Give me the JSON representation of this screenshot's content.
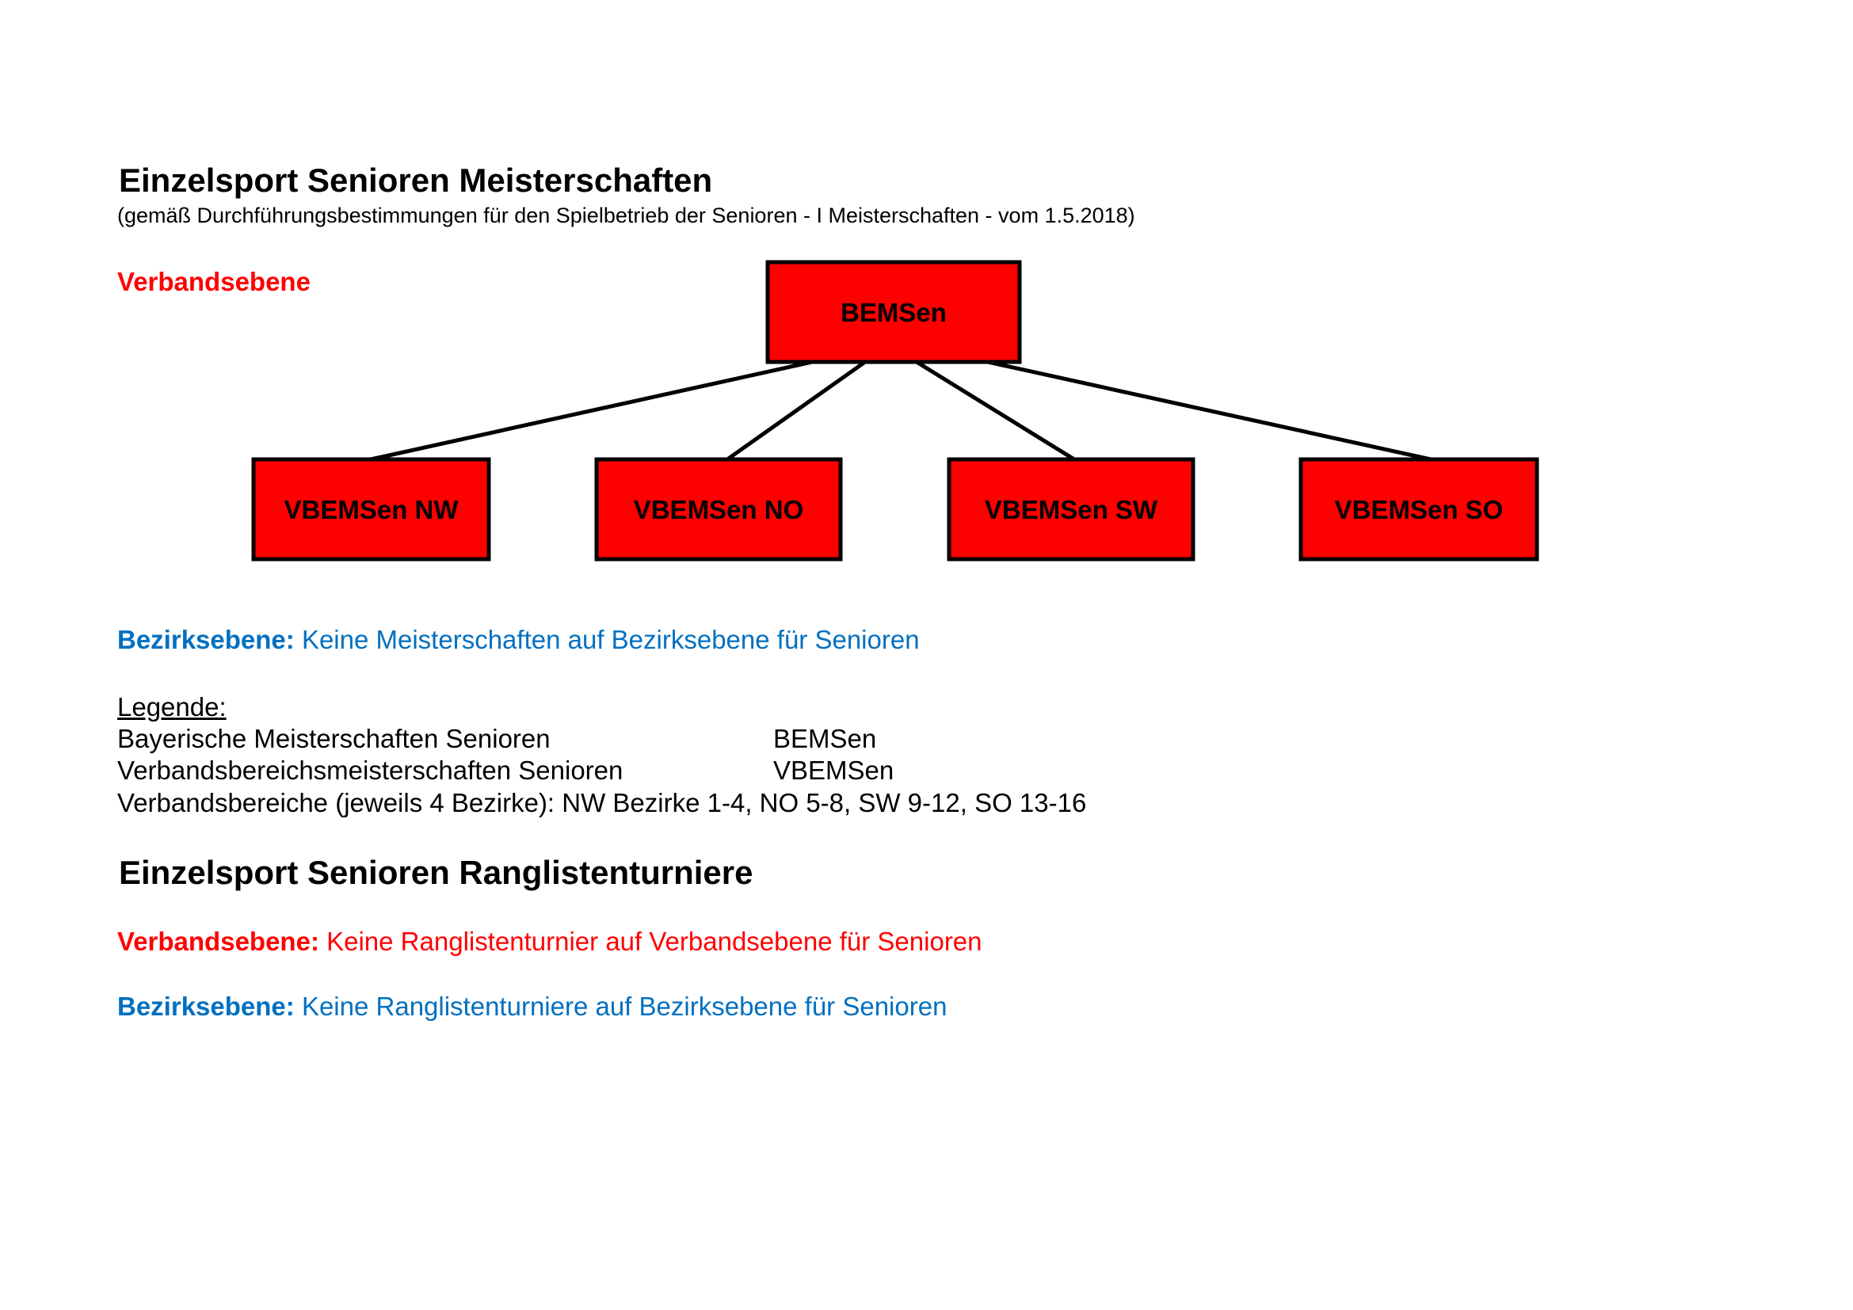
{
  "colors": {
    "box_fill": "#ff0000",
    "box_stroke": "#000000",
    "red_text": "#ff0000",
    "blue_text": "#0070c0",
    "black_text": "#000000"
  },
  "section1": {
    "title": "Einzelsport Senioren Meisterschaften",
    "subtitle": "(gemäß Durchführungsbestimmungen für den Spielbetrieb der Senioren - I Meisterschaften - vom 1.5.2018)",
    "verband_label": "Verbandsebene",
    "diagram": {
      "root": "BEMSen",
      "children": [
        "VBEMSen NW",
        "VBEMSen NO",
        "VBEMSen SW",
        "VBEMSen SO"
      ]
    },
    "bezirk_label": "Bezirksebene:",
    "bezirk_text": "Keine Meisterschaften auf Bezirksebene für Senioren"
  },
  "legend": {
    "title": "Legende:",
    "rows": [
      {
        "term": "Bayerische Meisterschaften Senioren",
        "abbr": "BEMSen"
      },
      {
        "term": "Verbandsbereichsmeisterschaften Senioren",
        "abbr": "VBEMSen"
      }
    ],
    "note": "Verbandsbereiche (jeweils 4 Bezirke): NW Bezirke 1-4, NO 5-8, SW 9-12, SO 13-16"
  },
  "section2": {
    "title": "Einzelsport Senioren Ranglistenturniere",
    "verband_label": "Verbandsebene:",
    "verband_text": "Keine Ranglistenturnier auf Verbandsebene für Senioren",
    "bezirk_label": "Bezirksebene:",
    "bezirk_text": "Keine Ranglistenturniere auf Bezirksebene für Senioren"
  }
}
